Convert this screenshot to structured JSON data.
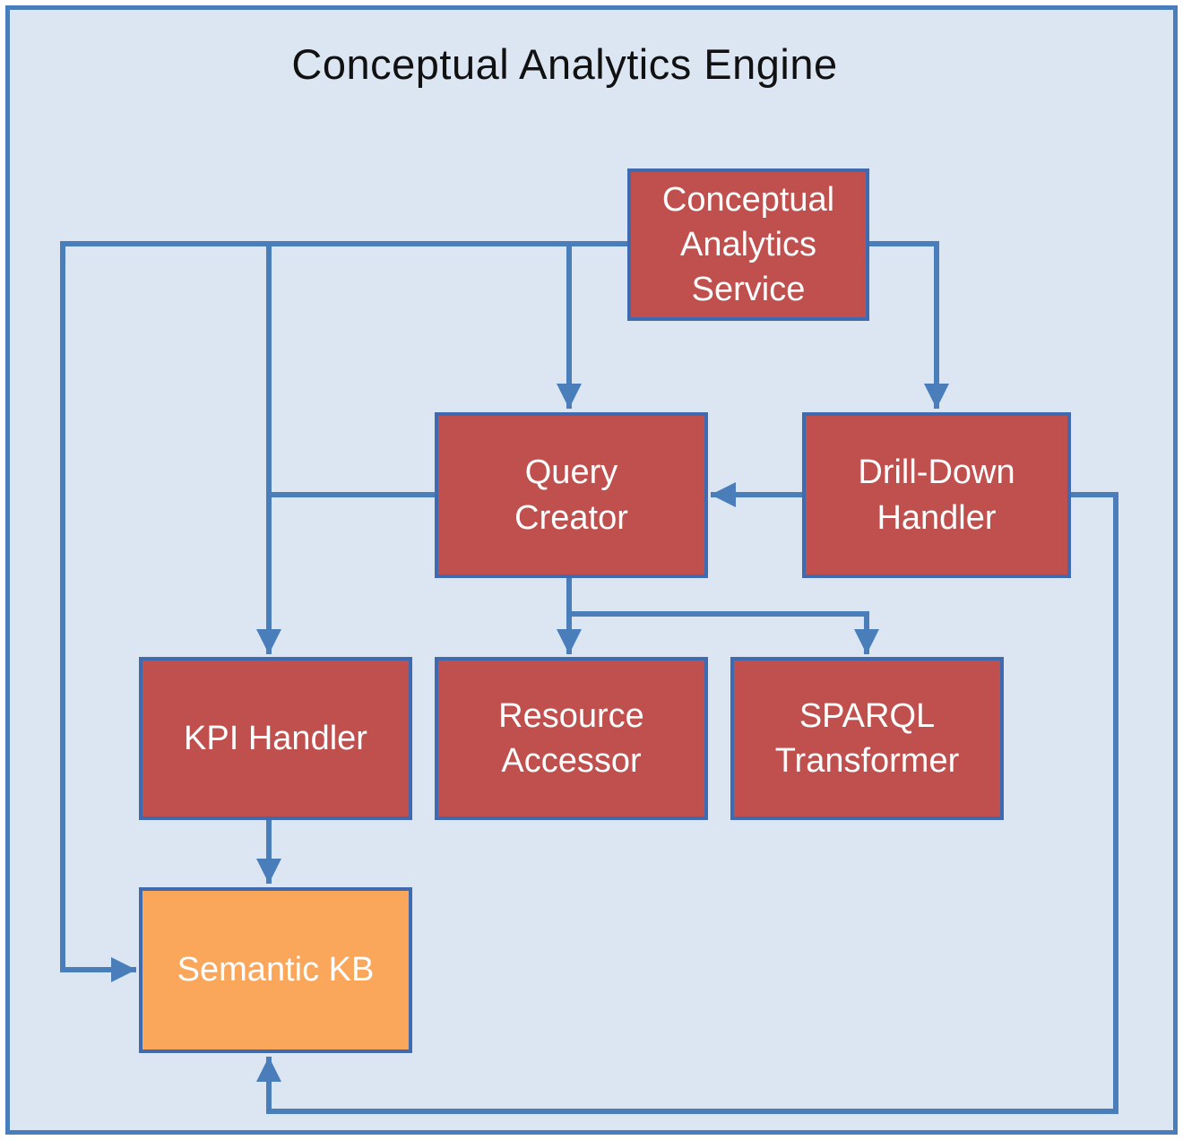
{
  "title": "Conceptual Analytics Engine",
  "colors": {
    "background": "#dce6f2",
    "frame_border": "#4a7ebb",
    "node_fill_red": "#c0504d",
    "node_fill_orange": "#faa75b",
    "node_border": "#3f6ab0",
    "arrow": "#4a7ebb",
    "node_text": "#ffffff",
    "title_text": "#111111"
  },
  "nodes": [
    {
      "id": "conceptual-analytics-service",
      "label": "Conceptual Analytics Service",
      "lines": [
        "Conceptual",
        "Analytics",
        "Service"
      ],
      "fill": "red"
    },
    {
      "id": "query-creator",
      "label": "Query Creator",
      "lines": [
        "Query",
        "Creator"
      ],
      "fill": "red"
    },
    {
      "id": "drill-down-handler",
      "label": "Drill-Down Handler",
      "lines": [
        "Drill-Down",
        "Handler"
      ],
      "fill": "red"
    },
    {
      "id": "kpi-handler",
      "label": "KPI Handler",
      "lines": [
        "KPI Handler"
      ],
      "fill": "red"
    },
    {
      "id": "resource-accessor",
      "label": "Resource Accessor",
      "lines": [
        "Resource",
        "Accessor"
      ],
      "fill": "red"
    },
    {
      "id": "sparql-transformer",
      "label": "SPARQL Transformer",
      "lines": [
        "SPARQL",
        "Transformer"
      ],
      "fill": "red"
    },
    {
      "id": "semantic-kb",
      "label": "Semantic KB",
      "lines": [
        "Semantic KB"
      ],
      "fill": "orange"
    }
  ],
  "edges": [
    {
      "from": "conceptual-analytics-service",
      "to": "semantic-kb",
      "via": "far-left loop, arrow into left side"
    },
    {
      "from": "conceptual-analytics-service",
      "to": "kpi-handler",
      "via": "branch down, arrow into top"
    },
    {
      "from": "conceptual-analytics-service",
      "to": "query-creator",
      "via": "branch down, arrow into top"
    },
    {
      "from": "conceptual-analytics-service",
      "to": "drill-down-handler",
      "via": "right then down, arrow into top"
    },
    {
      "from": "drill-down-handler",
      "to": "query-creator",
      "via": "horizontal, arrow into right side"
    },
    {
      "from": "kpi-branch-junction",
      "to": "query-creator",
      "via": "plain connector into left side"
    },
    {
      "from": "query-creator",
      "to": "resource-accessor",
      "via": "down, arrow into top"
    },
    {
      "from": "query-creator",
      "to": "sparql-transformer",
      "via": "branch right then down, arrow into top"
    },
    {
      "from": "kpi-handler",
      "to": "semantic-kb",
      "via": "down, arrow into top"
    },
    {
      "from": "drill-down-handler",
      "to": "semantic-kb",
      "via": "right-side loop around bottom, arrow up into bottom"
    }
  ]
}
